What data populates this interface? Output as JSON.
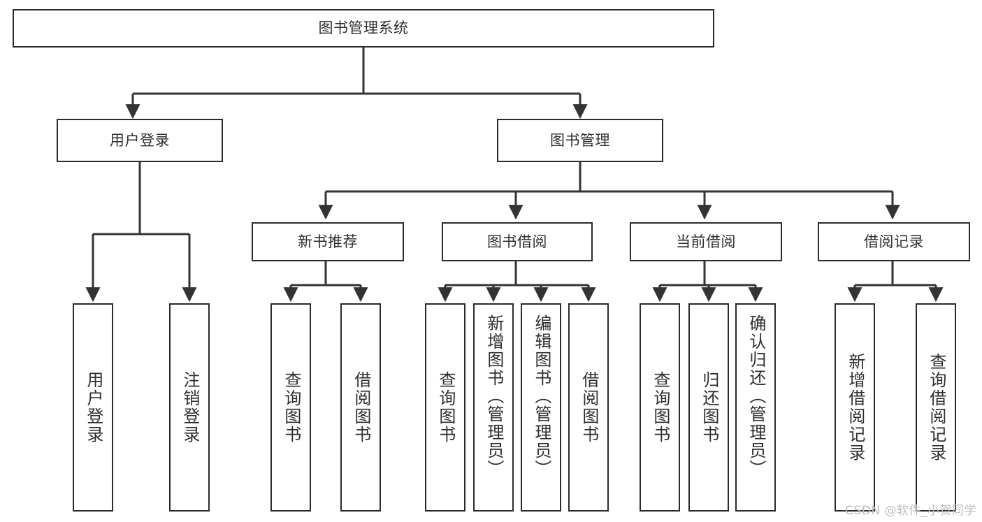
{
  "diagram": {
    "title": "图书管理系统",
    "root": {
      "label": "图书管理系统"
    },
    "level2": [
      {
        "label": "用户登录"
      },
      {
        "label": "图书管理"
      }
    ],
    "level3": [
      {
        "label": "新书推荐"
      },
      {
        "label": "图书借阅"
      },
      {
        "label": "当前借阅"
      },
      {
        "label": "借阅记录"
      }
    ],
    "leaves": [
      {
        "label": "用户登录",
        "parent": "用户登录"
      },
      {
        "label": "注销登录",
        "parent": "用户登录"
      },
      {
        "label": "查询图书",
        "parent": "新书推荐"
      },
      {
        "label": "借阅图书",
        "parent": "新书推荐"
      },
      {
        "label": "查询图书",
        "parent": "图书借阅"
      },
      {
        "label": "新增图书（管理员）",
        "parent": "图书借阅"
      },
      {
        "label": "编辑图书（管理员）",
        "parent": "图书借阅"
      },
      {
        "label": "借阅图书",
        "parent": "图书借阅"
      },
      {
        "label": "查询图书",
        "parent": "当前借阅"
      },
      {
        "label": "归还图书",
        "parent": "当前借阅"
      },
      {
        "label": "确认归还（管理员）",
        "parent": "当前借阅"
      },
      {
        "label": "新增借阅记录",
        "parent": "借阅记录"
      },
      {
        "label": "查询借阅记录",
        "parent": "借阅记录"
      }
    ],
    "watermark": "CSDN @软件_小贺同学",
    "colors": {
      "box_border": "#2b2b2b",
      "box_fill": "#ffffff",
      "text": "#2e2e2e",
      "connector": "#333333",
      "background": "#ffffff",
      "watermark": "#bdbdbd"
    }
  }
}
